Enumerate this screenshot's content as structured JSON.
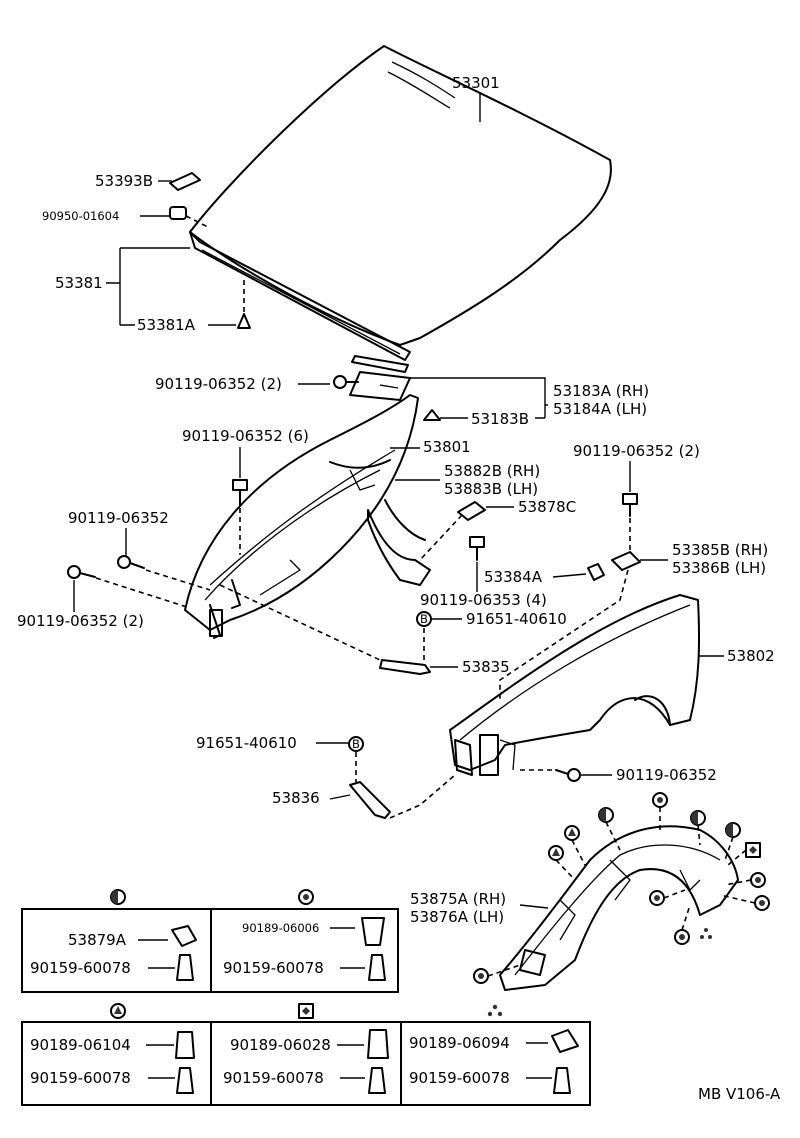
{
  "diagram_code": "MB V106-A",
  "parts": {
    "hood": "53301",
    "hood_stopper_cushion": "53393B",
    "hood_stopper_nut": "90950-01604",
    "hood_seal": "53381",
    "hood_seal_clip": "53381A",
    "hood_bolt": "90119-06352 (2)",
    "hinge_rh": "53183A (RH)",
    "hinge_lh": "53184A (LH)",
    "hinge_sub": "53183B",
    "apron_bolt_6": "90119-06352 (6)",
    "fender_apron": "53801",
    "apron_ext_rh": "53882B (RH)",
    "apron_ext_lh": "53883B (LH)",
    "bolt_single": "90119-06352",
    "bolt_2": "90119-06352 (2)",
    "bracket_53878c": "53878C",
    "bolt_4": "90119-06353 (4)",
    "bolt_upper_right": "90119-06352 (2)",
    "bracket_53384a": "53384A",
    "bracket_rh": "53385B (RH)",
    "bracket_lh": "53386B (LH)",
    "nut_b_1": "91651-40610",
    "support_53835": "53835",
    "fender": "53802",
    "nut_b_2": "91651-40610",
    "support_53836": "53836",
    "fender_bolt": "90119-06352",
    "liner_rh": "53875A (RH)",
    "liner_lh": "53876A (LH)"
  },
  "fastener_table": [
    {
      "symbol": "half-circle",
      "rows": [
        "53879A",
        "90159-60078"
      ]
    },
    {
      "symbol": "circle",
      "rows": [
        "90189-06006",
        "90159-60078"
      ]
    },
    {
      "symbol": "triangle",
      "rows": [
        "90189-06104",
        "90159-60078"
      ]
    },
    {
      "symbol": "square",
      "rows": [
        "90189-06028",
        "90159-60078"
      ]
    },
    {
      "symbol": "three-dots",
      "rows": [
        "90189-06094",
        "90159-60078"
      ]
    }
  ]
}
